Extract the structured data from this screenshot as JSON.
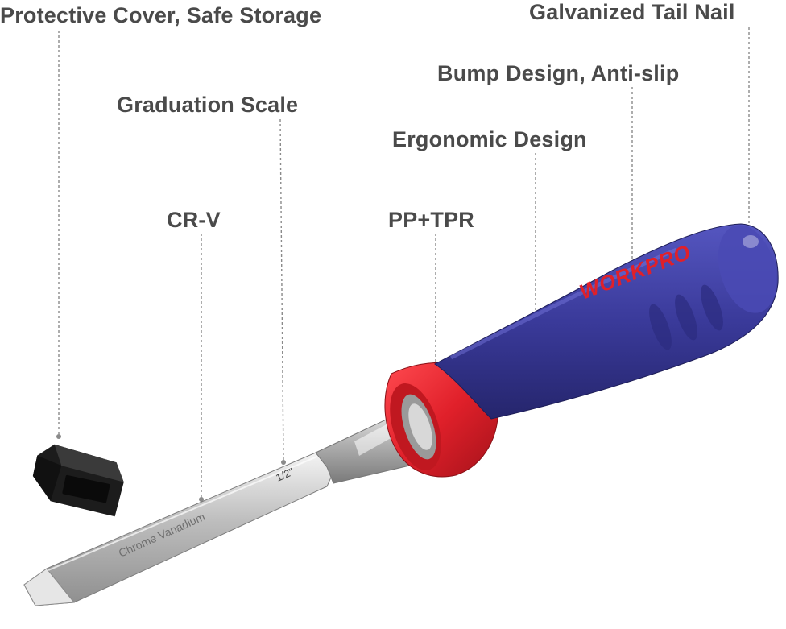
{
  "callouts": {
    "protective_cover": "Protective Cover, Safe Storage",
    "tail_nail": "Galvanized Tail Nail",
    "bump_design": "Bump Design, Anti-slip",
    "graduation_scale": "Graduation Scale",
    "ergonomic_design": "Ergonomic Design",
    "crv": "CR-V",
    "pp_tpr": "PP+TPR"
  },
  "product": {
    "brand": "WORKPRO",
    "blade_engraving": "Chrome Vanadium",
    "size_marking": "1/2\""
  },
  "colors": {
    "label_text": "#4a4a4a",
    "leader_line": "#8a8a8a",
    "handle_blue": "#3a3a9a",
    "handle_red": "#e0202a",
    "steel": "#c8c8c8",
    "cover_black": "#151515"
  }
}
